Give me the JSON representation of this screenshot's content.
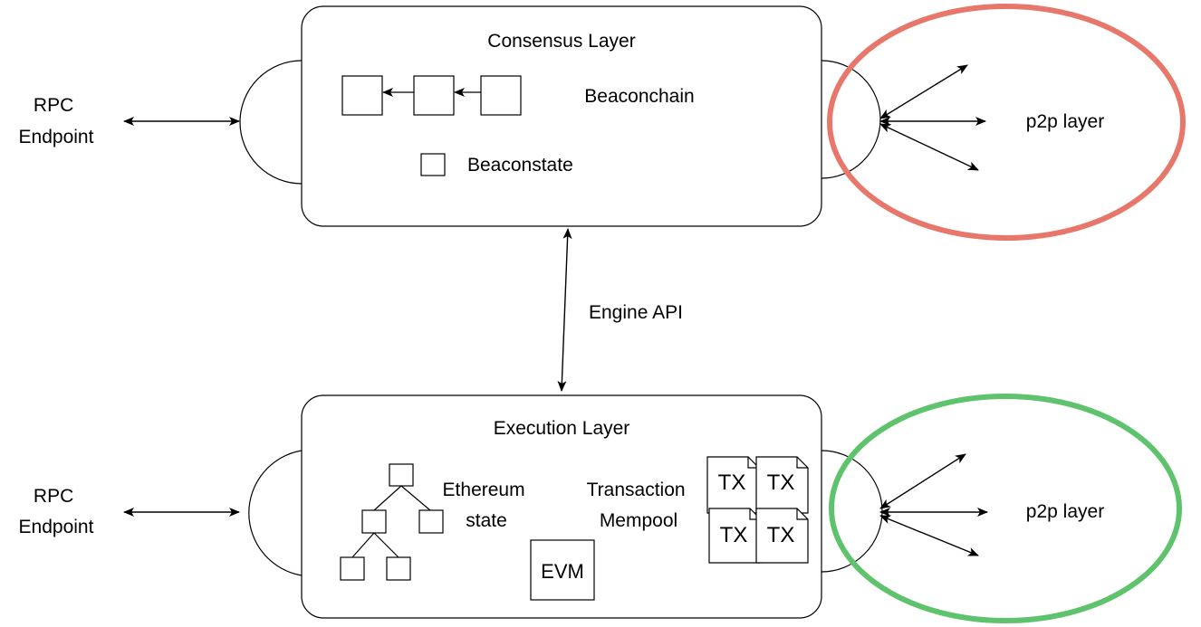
{
  "consensus": {
    "title": "Consensus Layer",
    "beaconchain_label": "Beaconchain",
    "beaconstate_label": "Beaconstate",
    "rpc_label_line1": "RPC",
    "rpc_label_line2": "Endpoint",
    "p2p_label": "p2p layer",
    "highlight_color": "#e8776b"
  },
  "engine_api": {
    "label": "Engine API"
  },
  "execution": {
    "title": "Execution Layer",
    "state_label_line1": "Ethereum",
    "state_label_line2": "state",
    "mempool_label_line1": "Transaction",
    "mempool_label_line2": "Mempool",
    "evm_label": "EVM",
    "tx_labels": [
      "TX",
      "TX",
      "TX",
      "TX"
    ],
    "rpc_label_line1": "RPC",
    "rpc_label_line2": "Endpoint",
    "p2p_label": "p2p layer",
    "highlight_color": "#5fc26d"
  },
  "colors": {
    "stroke": "#000000",
    "background": "#ffffff"
  }
}
